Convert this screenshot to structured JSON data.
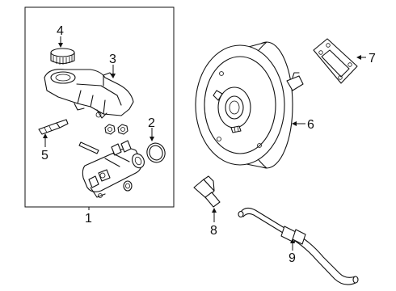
{
  "callouts": {
    "c1": "1",
    "c2": "2",
    "c3": "3",
    "c4": "4",
    "c5": "5",
    "c6": "6",
    "c7": "7",
    "c8": "8",
    "c9": "9"
  },
  "parts": {
    "p1": "brake-master-cylinder-assembly",
    "p2": "seal-ring",
    "p3": "fluid-reservoir",
    "p4": "reservoir-cap",
    "p5": "pin",
    "p6": "brake-booster",
    "p7": "gasket",
    "p8": "sensor",
    "p9": "vacuum-hose"
  }
}
